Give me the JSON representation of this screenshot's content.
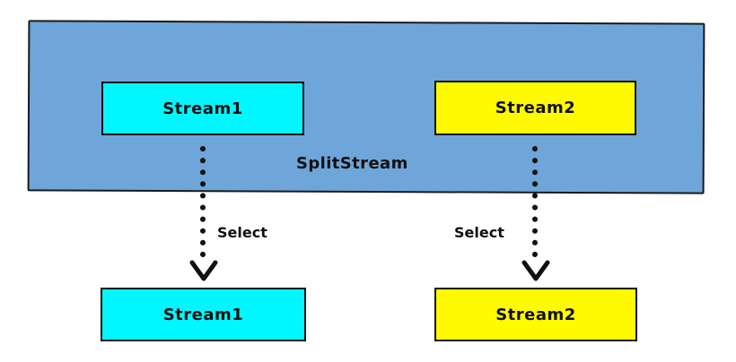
{
  "diagram": {
    "container_label": "SplitStream",
    "top_streams": [
      {
        "label": "Stream1",
        "color": "#00f7ff"
      },
      {
        "label": "Stream2",
        "color": "#fffa00"
      }
    ],
    "bottom_streams": [
      {
        "label": "Stream1",
        "color": "#00f7ff"
      },
      {
        "label": "Stream2",
        "color": "#fffa00"
      }
    ],
    "edge_labels": [
      "Select",
      "Select"
    ],
    "container_color": "#6ea6d9",
    "edge_style": "dotted-arrow"
  }
}
